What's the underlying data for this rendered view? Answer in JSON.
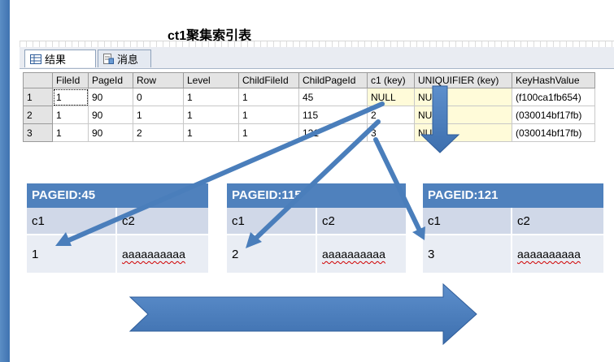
{
  "caption": "ct1聚集索引表",
  "tabs": [
    {
      "label": "结果",
      "icon": "grid-icon",
      "active": true
    },
    {
      "label": "消息",
      "icon": "messages-icon",
      "active": false
    }
  ],
  "grid": {
    "columns": [
      "",
      "FileId",
      "PageId",
      "Row",
      "Level",
      "ChildFileId",
      "ChildPageId",
      "c1 (key)",
      "UNIQUIFIER (key)",
      "KeyHashValue"
    ],
    "rows": [
      [
        "1",
        "1",
        "90",
        "0",
        "1",
        "1",
        "45",
        "NULL",
        "NULL",
        "(f100ca1fb654)"
      ],
      [
        "2",
        "1",
        "90",
        "1",
        "1",
        "1",
        "115",
        "2",
        "NULL",
        "(030014bf17fb)"
      ],
      [
        "3",
        "1",
        "90",
        "2",
        "1",
        "1",
        "121",
        "3",
        "NULL",
        "(030014bf17fb)"
      ]
    ]
  },
  "pages": [
    {
      "title": "PAGEID:45",
      "col_a": "c1",
      "col_b": "c2",
      "val_a": "1",
      "val_b": "aaaaaaaaaa"
    },
    {
      "title": "PAGEID:115",
      "col_a": "c1",
      "col_b": "c2",
      "val_a": "2",
      "val_b": "aaaaaaaaaa"
    },
    {
      "title": "PAGEID:121",
      "col_a": "c1",
      "col_b": "c2",
      "val_a": "3",
      "val_b": "aaaaaaaaaa"
    }
  ],
  "colors": {
    "accent": "#4f81bd",
    "header_row": "#d0d8e8",
    "data_row": "#e9edf4",
    "highlight_cell": "#fffbd9"
  }
}
